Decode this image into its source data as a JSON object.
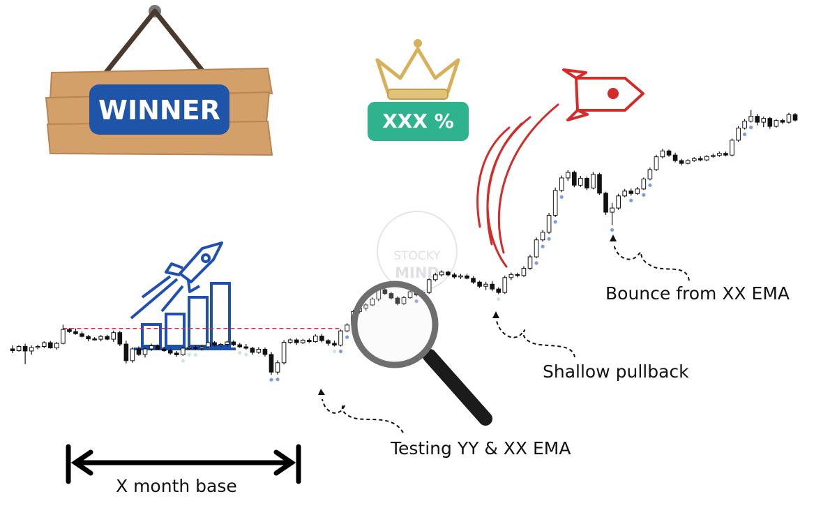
{
  "badges": {
    "sign_text": "WINNER",
    "gain_text": "XXX %",
    "watermark_line1": "STOCKY",
    "watermark_line2": "MIND"
  },
  "colors": {
    "sign_wood": "#d4a06a",
    "sign_wood_dark": "#b98352",
    "sign_panel": "#1e55a8",
    "gain_badge": "#2fb38f",
    "crown": "#d8b05a",
    "rocket_red": "#d42a2a",
    "rocket_blue": "#1f4fb0",
    "breakout_line": "#d2334a",
    "dot_blue": "#7a9de6",
    "dot_green": "#cfe8d4"
  },
  "icons": [
    "winner-sign-icon",
    "crown-icon",
    "rocket-icon",
    "growth-chart-icon",
    "magnifier-icon"
  ],
  "annotations": {
    "testing": "Testing YY & XX EMA",
    "shallow": "Shallow pullback",
    "bounce": "Bounce from XX EMA",
    "base": "X month base"
  },
  "chart_data": {
    "type": "candlestick",
    "title": "",
    "xlabel": "",
    "ylabel": "",
    "ylim": [
      0,
      100
    ],
    "grid": false,
    "legend": "none",
    "breakout_level": 30.5,
    "bars": [
      [
        24.6,
        25.6,
        23.4,
        24.1
      ],
      [
        24.1,
        25.7,
        23.8,
        25.3
      ],
      [
        25.3,
        26.1,
        20.2,
        24.0
      ],
      [
        24.0,
        25.6,
        22.9,
        25.0
      ],
      [
        25.0,
        25.8,
        24.5,
        25.3
      ],
      [
        25.3,
        26.8,
        24.8,
        26.4
      ],
      [
        26.4,
        26.9,
        24.7,
        24.9
      ],
      [
        24.9,
        26.6,
        24.4,
        26.2
      ],
      [
        26.2,
        31.6,
        25.9,
        30.2
      ],
      [
        30.2,
        30.6,
        29.2,
        29.6
      ],
      [
        29.6,
        30.5,
        28.7,
        29.0
      ],
      [
        29.0,
        29.6,
        27.9,
        28.2
      ],
      [
        28.2,
        28.6,
        26.8,
        27.5
      ],
      [
        27.5,
        28.0,
        27.0,
        27.4
      ],
      [
        27.4,
        28.6,
        26.8,
        28.2
      ],
      [
        28.2,
        28.7,
        27.1,
        27.4
      ],
      [
        27.4,
        29.9,
        26.6,
        29.3
      ],
      [
        29.3,
        29.8,
        25.4,
        26.0
      ],
      [
        26.0,
        27.0,
        20.4,
        21.2
      ],
      [
        21.2,
        25.1,
        20.6,
        24.6
      ],
      [
        24.6,
        25.3,
        22.6,
        23.0
      ],
      [
        23.0,
        25.0,
        22.1,
        24.6
      ],
      [
        24.6,
        26.1,
        24.0,
        25.5
      ],
      [
        25.5,
        25.9,
        24.3,
        24.5
      ],
      [
        24.5,
        25.2,
        23.8,
        24.1
      ],
      [
        24.1,
        24.7,
        22.9,
        23.4
      ],
      [
        23.4,
        24.0,
        22.4,
        22.9
      ],
      [
        22.9,
        25.2,
        22.6,
        24.8
      ],
      [
        24.8,
        25.4,
        24.4,
        25.0
      ],
      [
        25.0,
        25.6,
        24.3,
        24.8
      ],
      [
        24.8,
        25.7,
        24.1,
        25.2
      ],
      [
        25.2,
        26.9,
        24.8,
        26.4
      ],
      [
        26.4,
        26.8,
        25.3,
        25.7
      ],
      [
        25.7,
        26.3,
        25.2,
        25.9
      ],
      [
        25.9,
        27.0,
        25.3,
        26.6
      ],
      [
        26.6,
        27.1,
        25.4,
        25.8
      ],
      [
        25.8,
        26.3,
        24.9,
        25.2
      ],
      [
        25.2,
        26.0,
        24.4,
        24.8
      ],
      [
        24.8,
        25.2,
        22.9,
        23.6
      ],
      [
        23.6,
        25.1,
        23.2,
        24.5
      ],
      [
        24.5,
        25.0,
        22.4,
        23.0
      ],
      [
        23.0,
        23.7,
        17.1,
        17.9
      ],
      [
        17.9,
        21.3,
        17.2,
        20.6
      ],
      [
        20.6,
        27.1,
        20.1,
        26.5
      ],
      [
        26.5,
        27.6,
        26.1,
        27.2
      ],
      [
        27.2,
        27.7,
        25.8,
        26.4
      ],
      [
        26.4,
        27.5,
        26.0,
        27.1
      ],
      [
        27.1,
        27.6,
        26.3,
        26.7
      ],
      [
        26.7,
        28.8,
        26.4,
        28.3
      ],
      [
        28.3,
        28.9,
        26.5,
        27.0
      ],
      [
        27.0,
        27.4,
        25.5,
        26.2
      ],
      [
        26.2,
        27.0,
        25.3,
        25.7
      ],
      [
        25.7,
        30.2,
        25.3,
        29.8
      ],
      [
        29.8,
        32.0,
        29.4,
        31.5
      ],
      [
        31.5,
        35.9,
        31.1,
        35.4
      ],
      [
        35.4,
        37.0,
        34.8,
        36.4
      ],
      [
        36.4,
        37.8,
        35.7,
        37.3
      ],
      [
        37.3,
        39.5,
        37.0,
        39.0
      ],
      [
        39.0,
        42.4,
        38.4,
        41.7
      ],
      [
        41.7,
        42.2,
        40.2,
        40.6
      ],
      [
        40.6,
        41.1,
        38.9,
        39.3
      ],
      [
        39.3,
        39.8,
        37.2,
        37.7
      ],
      [
        37.7,
        39.9,
        37.3,
        39.4
      ],
      [
        39.4,
        41.8,
        39.1,
        41.1
      ],
      [
        41.1,
        41.6,
        39.8,
        40.2
      ],
      [
        40.2,
        41.4,
        39.6,
        40.9
      ],
      [
        40.9,
        45.0,
        40.5,
        44.6
      ],
      [
        44.6,
        46.6,
        44.1,
        46.0
      ],
      [
        46.0,
        47.3,
        45.5,
        46.8
      ],
      [
        46.8,
        47.2,
        45.6,
        46.0
      ],
      [
        46.0,
        46.6,
        44.9,
        45.4
      ],
      [
        45.4,
        46.3,
        44.8,
        45.7
      ],
      [
        45.7,
        46.3,
        44.7,
        45.0
      ],
      [
        45.0,
        45.6,
        43.4,
        43.9
      ],
      [
        43.9,
        44.3,
        42.2,
        42.7
      ],
      [
        42.7,
        44.0,
        41.6,
        43.3
      ],
      [
        43.3,
        44.2,
        41.3,
        41.9
      ],
      [
        41.9,
        42.4,
        40.4,
        40.9
      ],
      [
        40.9,
        45.8,
        40.5,
        45.2
      ],
      [
        45.2,
        46.7,
        44.5,
        46.1
      ],
      [
        46.1,
        46.6,
        45.3,
        45.8
      ],
      [
        45.8,
        48.5,
        45.4,
        47.9
      ],
      [
        47.9,
        51.8,
        47.5,
        51.2
      ],
      [
        51.2,
        56.8,
        50.8,
        56.1
      ],
      [
        56.1,
        58.9,
        55.6,
        58.3
      ],
      [
        58.3,
        63.9,
        57.8,
        63.2
      ],
      [
        63.2,
        71.2,
        62.7,
        70.4
      ],
      [
        70.4,
        74.7,
        69.9,
        74.0
      ],
      [
        74.0,
        76.2,
        73.2,
        75.6
      ],
      [
        75.6,
        76.1,
        71.3,
        71.9
      ],
      [
        71.9,
        74.6,
        71.4,
        73.9
      ],
      [
        73.9,
        74.4,
        70.5,
        71.1
      ],
      [
        71.1,
        75.7,
        70.7,
        75.0
      ],
      [
        75.0,
        75.5,
        69.1,
        69.6
      ],
      [
        69.6,
        70.0,
        63.3,
        64.1
      ],
      [
        64.1,
        66.8,
        60.4,
        65.3
      ],
      [
        65.3,
        69.4,
        64.8,
        68.8
      ],
      [
        68.8,
        70.8,
        68.4,
        70.2
      ],
      [
        70.2,
        70.9,
        68.9,
        69.5
      ],
      [
        69.5,
        71.4,
        69.1,
        70.8
      ],
      [
        70.8,
        74.1,
        70.5,
        73.7
      ],
      [
        73.7,
        77.0,
        73.3,
        76.4
      ],
      [
        76.4,
        80.7,
        76.0,
        80.1
      ],
      [
        80.1,
        82.4,
        79.6,
        81.8
      ],
      [
        81.8,
        82.2,
        80.1,
        80.6
      ],
      [
        80.6,
        81.3,
        78.5,
        79.0
      ],
      [
        79.0,
        79.5,
        77.6,
        78.2
      ],
      [
        78.2,
        79.4,
        77.9,
        79.0
      ],
      [
        79.0,
        80.0,
        78.6,
        79.6
      ],
      [
        79.6,
        80.3,
        78.8,
        79.2
      ],
      [
        79.2,
        80.6,
        78.8,
        80.2
      ],
      [
        80.2,
        81.0,
        79.8,
        80.5
      ],
      [
        80.5,
        81.6,
        80.1,
        81.1
      ],
      [
        81.1,
        81.6,
        80.2,
        80.6
      ],
      [
        80.6,
        85.4,
        80.2,
        84.9
      ],
      [
        84.9,
        89.0,
        84.4,
        88.4
      ],
      [
        88.4,
        91.0,
        88.0,
        90.4
      ],
      [
        90.4,
        93.6,
        90.0,
        91.8
      ],
      [
        91.8,
        92.5,
        89.2,
        90.1
      ],
      [
        90.1,
        91.7,
        88.7,
        91.2
      ],
      [
        91.2,
        91.6,
        88.2,
        88.9
      ],
      [
        88.9,
        91.0,
        88.5,
        90.6
      ],
      [
        90.6,
        91.1,
        89.6,
        90.1
      ],
      [
        90.1,
        92.8,
        89.7,
        92.3
      ],
      [
        92.3,
        92.7,
        90.3,
        90.7
      ]
    ]
  }
}
